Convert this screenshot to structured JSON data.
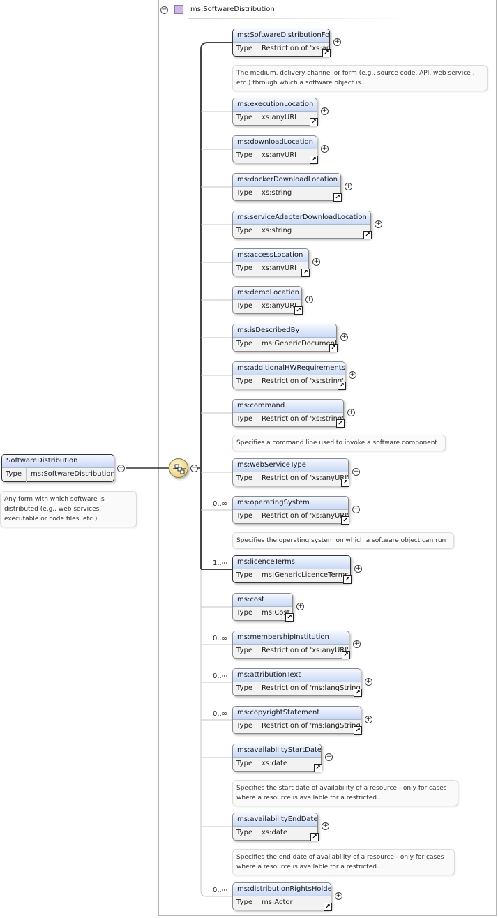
{
  "header": {
    "collapse_symbol": "−",
    "title": "ms:SoftwareDistribution",
    "icon": "complex-type-icon"
  },
  "root": {
    "name": "SoftwareDistribution",
    "type_label": "Type",
    "type_value": "ms:SoftwareDistribution",
    "description": "Any form with which software is distributed (e.g., web services, executable or code files, etc.)",
    "collapse_symbol": "−"
  },
  "compositor": {
    "kind": "sequence",
    "collapse_symbol": "−"
  },
  "symbols": {
    "expand": "+",
    "reference": "↗"
  },
  "children": [
    {
      "name": "ms:SoftwareDistributionForm",
      "type_label": "Type",
      "type_value": "Restriction of 'xs:anyURI'",
      "mandatory": true,
      "occurrence": "",
      "description": "The medium, delivery channel or form (e.g., source code, API, web service , etc.) through which a software object is..."
    },
    {
      "name": "ms:executionLocation",
      "type_label": "Type",
      "type_value": "xs:anyURI",
      "mandatory": false,
      "occurrence": "",
      "description": ""
    },
    {
      "name": "ms:downloadLocation",
      "type_label": "Type",
      "type_value": "xs:anyURI",
      "mandatory": false,
      "occurrence": "",
      "description": ""
    },
    {
      "name": "ms:dockerDownloadLocation",
      "type_label": "Type",
      "type_value": "xs:string",
      "mandatory": false,
      "occurrence": "",
      "description": ""
    },
    {
      "name": "ms:serviceAdapterDownloadLocation",
      "type_label": "Type",
      "type_value": "xs:string",
      "mandatory": false,
      "occurrence": "",
      "description": ""
    },
    {
      "name": "ms:accessLocation",
      "type_label": "Type",
      "type_value": "xs:anyURI",
      "mandatory": false,
      "occurrence": "",
      "description": ""
    },
    {
      "name": "ms:demoLocation",
      "type_label": "Type",
      "type_value": "xs:anyURI",
      "mandatory": false,
      "occurrence": "",
      "description": ""
    },
    {
      "name": "ms:isDescribedBy",
      "type_label": "Type",
      "type_value": "ms:GenericDocument",
      "mandatory": false,
      "occurrence": "",
      "description": ""
    },
    {
      "name": "ms:additionalHWRequirements",
      "type_label": "Type",
      "type_value": "Restriction of 'xs:string'",
      "mandatory": false,
      "occurrence": "",
      "description": ""
    },
    {
      "name": "ms:command",
      "type_label": "Type",
      "type_value": "Restriction of 'xs:string'",
      "mandatory": false,
      "occurrence": "",
      "description": "Specifies a command line used to invoke a software component"
    },
    {
      "name": "ms:webServiceType",
      "type_label": "Type",
      "type_value": "Restriction of 'xs:anyURI'",
      "mandatory": false,
      "occurrence": "",
      "description": ""
    },
    {
      "name": "ms:operatingSystem",
      "type_label": "Type",
      "type_value": "Restriction of 'xs:anyURI'",
      "mandatory": false,
      "occurrence": "0..∞",
      "description": "Specifies the operating system on which a software object can run"
    },
    {
      "name": "ms:licenceTerms",
      "type_label": "Type",
      "type_value": "ms:GenericLicenceTerms",
      "mandatory": true,
      "occurrence": "1..∞",
      "description": ""
    },
    {
      "name": "ms:cost",
      "type_label": "Type",
      "type_value": "ms:Cost",
      "mandatory": false,
      "occurrence": "",
      "description": ""
    },
    {
      "name": "ms:membershipInstitution",
      "type_label": "Type",
      "type_value": "Restriction of 'xs:anyURI'",
      "mandatory": false,
      "occurrence": "0..∞",
      "description": ""
    },
    {
      "name": "ms:attributionText",
      "type_label": "Type",
      "type_value": "Restriction of 'ms:langString'",
      "mandatory": false,
      "occurrence": "0..∞",
      "description": ""
    },
    {
      "name": "ms:copyrightStatement",
      "type_label": "Type",
      "type_value": "Restriction of 'ms:langString'",
      "mandatory": false,
      "occurrence": "0..∞",
      "description": ""
    },
    {
      "name": "ms:availabilityStartDate",
      "type_label": "Type",
      "type_value": "xs:date",
      "mandatory": false,
      "occurrence": "",
      "description": "Specifies the start date of availability of a resource - only for cases where a resource is available for a restricted..."
    },
    {
      "name": "ms:availabilityEndDate",
      "type_label": "Type",
      "type_value": "xs:date",
      "mandatory": false,
      "occurrence": "",
      "description": "Specifies the end date of availability of a resource - only for cases where a resource is available for a restricted..."
    },
    {
      "name": "ms:distributionRightsHolder",
      "type_label": "Type",
      "type_value": "ms:Actor",
      "mandatory": false,
      "occurrence": "0..∞",
      "description": ""
    }
  ]
}
